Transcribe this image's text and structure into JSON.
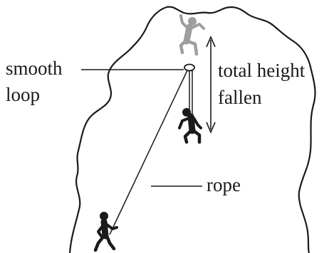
{
  "labels": {
    "loop_line1": "smooth",
    "loop_line2": "loop",
    "height_line1": "total height",
    "height_line2": "fallen",
    "rope": "rope"
  },
  "colors": {
    "ink": "#1a1a1a",
    "ghost_climber": "#9e9e9e"
  }
}
